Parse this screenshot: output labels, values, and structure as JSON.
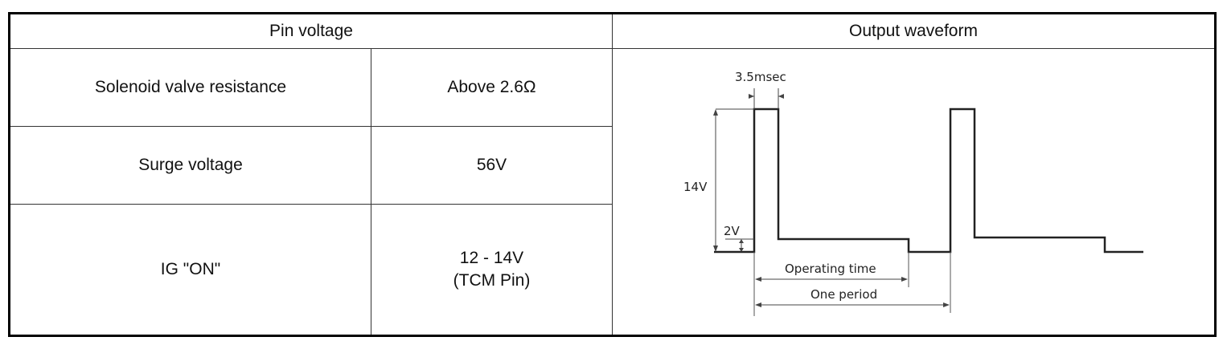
{
  "table": {
    "headers": {
      "pin_voltage": "Pin voltage",
      "output_waveform": "Output waveform"
    },
    "rows": [
      {
        "label": "Solenoid valve resistance",
        "value": "Above 2.6Ω"
      },
      {
        "label": "Surge voltage",
        "value": "56V"
      },
      {
        "label": "IG \"ON\"",
        "value_line1": "12 - 14V",
        "value_line2": "(TCM Pin)"
      }
    ]
  },
  "waveform": {
    "pulse_width_label": "3.5msec",
    "amplitude_label": "14V",
    "low_level_label": "2V",
    "operating_time_label": "Operating time",
    "period_label": "One period"
  }
}
